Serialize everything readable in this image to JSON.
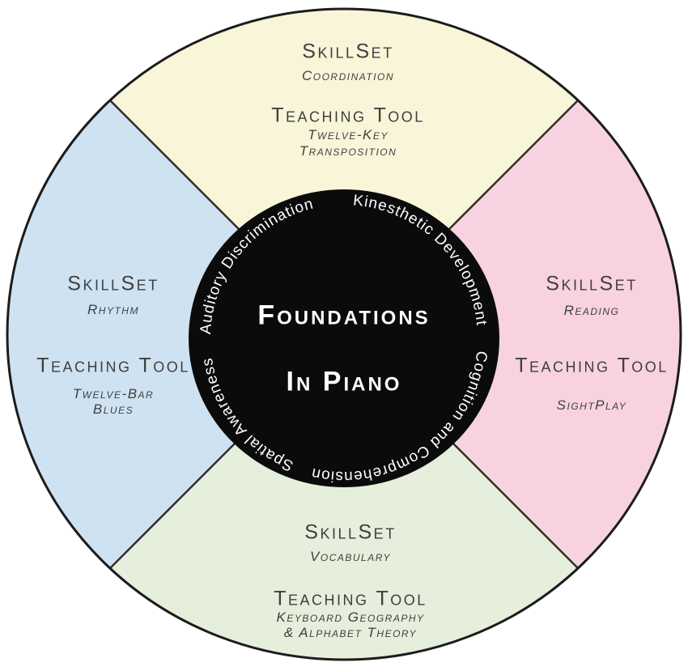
{
  "diagram": {
    "center": {
      "title_line1": "Foundations",
      "title_line2": "In Piano",
      "bg_color": "#0b0b0b",
      "text_color": "#ffffff"
    },
    "ring_labels": {
      "upper_left": "Auditory Discrimination",
      "upper_right": "Kinesthetic Development",
      "lower_right": "Cognition and Comprehension",
      "lower_left": "Spatial Awareness"
    },
    "quadrants": {
      "top": {
        "skillset_heading": "SkillSet",
        "skill": "Coordination",
        "tool_heading": "Teaching Tool",
        "tool_lines": [
          "Twelve-Key",
          "Transposition"
        ],
        "color": "#f8f5d8"
      },
      "right": {
        "skillset_heading": "SkillSet",
        "skill": "Reading",
        "tool_heading": "Teaching Tool",
        "tool_lines": [
          "SightPlay"
        ],
        "color": "#f8d2df"
      },
      "bottom": {
        "skillset_heading": "SkillSet",
        "skill": "Vocabulary",
        "tool_heading": "Teaching Tool",
        "tool_lines": [
          "Keyboard Geography",
          "& Alphabet Theory"
        ],
        "color": "#e5efdb"
      },
      "left": {
        "skillset_heading": "SkillSet",
        "skill": "Rhythm",
        "tool_heading": "Teaching Tool",
        "tool_lines": [
          "Twelve-Bar",
          "Blues"
        ],
        "color": "#cfe2f1"
      }
    },
    "outline_color": "#1c1c1c"
  }
}
